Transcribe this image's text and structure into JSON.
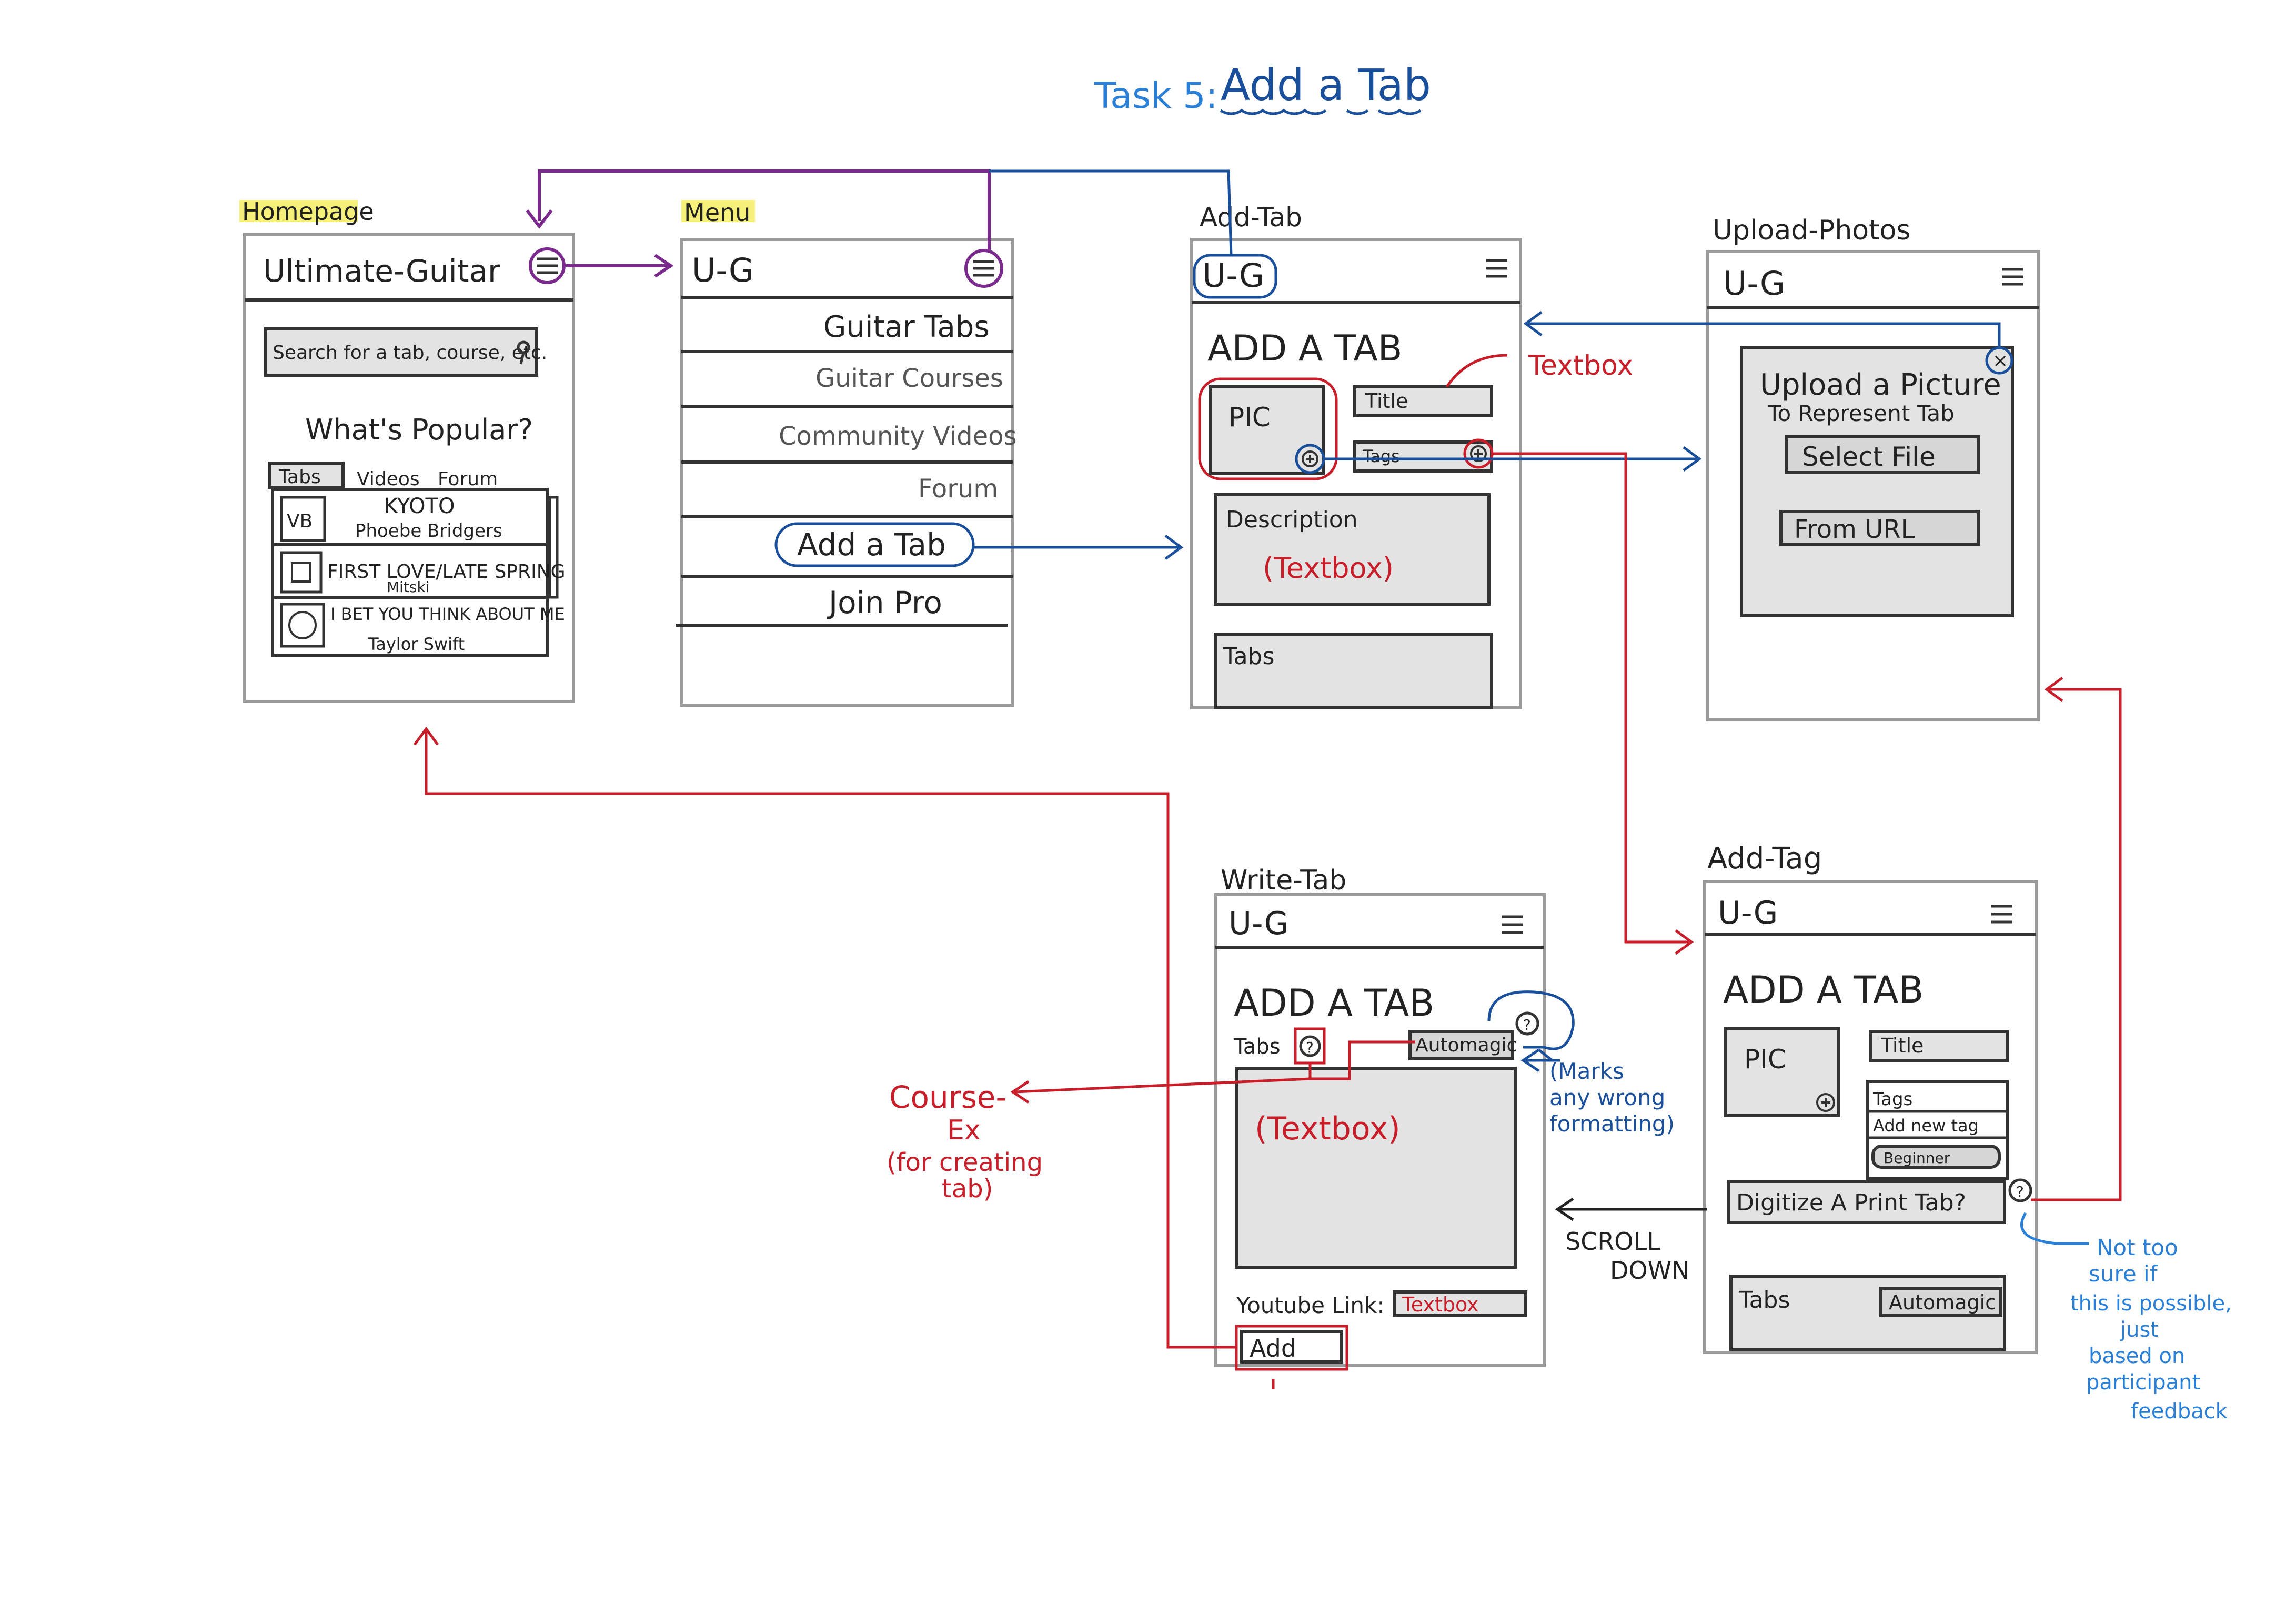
{
  "title": {
    "task": "Task 5:",
    "name": "Add a Tab"
  },
  "screens": {
    "homepage": {
      "label": "Homepage",
      "app_title": "Ultimate-Guitar",
      "search_placeholder": "Search for a tab, course, etc.",
      "popular_heading": "What's Popular?",
      "tabs": [
        "Tabs",
        "Videos",
        "Forum"
      ],
      "songs": [
        {
          "title": "KYOTO",
          "artist": "Phoebe Bridgers"
        },
        {
          "title": "FIRST LOVE/LATE SPRING",
          "artist": "Mitski"
        },
        {
          "title": "I BET YOU THINK ABOUT ME",
          "artist": "Taylor Swift"
        }
      ]
    },
    "menu": {
      "label": "Menu",
      "logo": "U-G",
      "items": [
        "Guitar Tabs",
        "Guitar Courses",
        "Community Videos",
        "Forum",
        "Add a Tab",
        "Join Pro"
      ]
    },
    "add_tab": {
      "label": "Add-Tab",
      "logo": "U-G",
      "heading": "ADD A TAB",
      "pic": "PIC",
      "title_field": "Title",
      "tags_field": "Tags",
      "description": "Description",
      "description_textbox": "(Textbox)",
      "tabs_field": "Tabs",
      "textbox_note": "Textbox"
    },
    "upload_photos": {
      "label": "Upload-Photos",
      "logo": "U-G",
      "dialog_title": "Upload a Picture",
      "dialog_subtitle": "To Represent Tab",
      "select_file": "Select File",
      "from_url": "From URL"
    },
    "write_tab": {
      "label": "Write-Tab",
      "logo": "U-G",
      "heading": "ADD A TAB",
      "tabs_label": "Tabs",
      "automagic": "Automagic",
      "textbox": "(Textbox)",
      "youtube_label": "Youtube Link:",
      "youtube_textbox": "Textbox",
      "add_button": "Add"
    },
    "add_tag": {
      "label": "Add-Tag",
      "logo": "U-G",
      "heading": "ADD A TAB",
      "pic": "PIC",
      "title_field": "Title",
      "tags_label": "Tags",
      "add_new_tag": "Add new tag",
      "beginner": "Beginner",
      "digitize": "Digitize A Print Tab?",
      "tabs_field": "Tabs",
      "automagic": "Automagic"
    }
  },
  "annotations": {
    "course_ex": [
      "Course-",
      "Ex",
      "(for creating",
      "tab)"
    ],
    "marks_wrong": [
      "(Marks",
      "any wrong",
      "formatting)"
    ],
    "scroll_down": [
      "SCROLL",
      "DOWN"
    ],
    "not_sure": [
      "Not too",
      "sure if",
      "this is possible,",
      "just",
      "based on",
      "participant",
      "feedback"
    ]
  },
  "colors": {
    "annotation_blue": "#1a4f9c",
    "annotation_red": "#c81e2a",
    "annotation_purple": "#7a2a8c",
    "note_blue": "#2a7fd6",
    "highlight": "#f6f07a",
    "field_grey": "#e3e3e3"
  }
}
